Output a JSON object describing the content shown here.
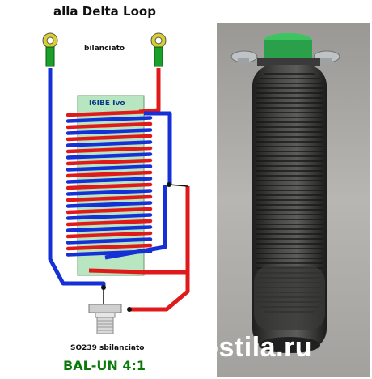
{
  "diagram": {
    "title": "alla Delta Loop",
    "balanced_label": "bilanciato",
    "core_label": "I6IBE Ivo",
    "unbalanced_label": "SO239  sbilanciato",
    "ratio_label": "BAL-UN 4:1",
    "wire_colors": {
      "blue": "#1530d6",
      "red": "#e01a1a"
    },
    "core_color": "#b8e6c0",
    "label_color": "#0a7a0a"
  },
  "photo": {
    "watermark": "postila.ru",
    "watermark_color": "#ffffff"
  }
}
